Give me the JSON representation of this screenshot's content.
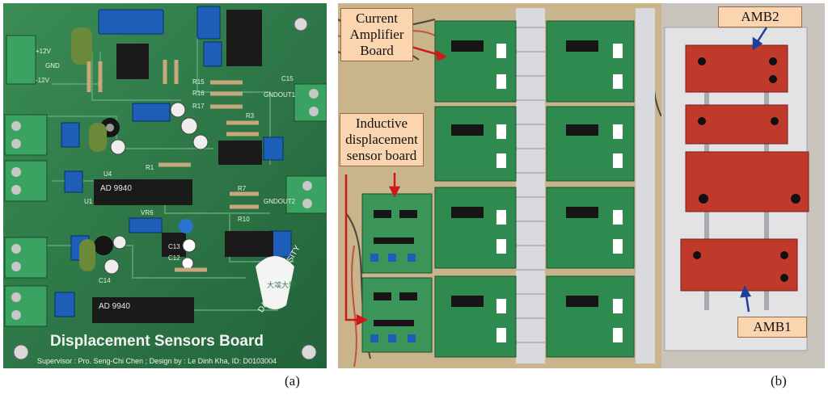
{
  "panel_a": {
    "caption": "(a)",
    "board_title": "Displacement Sensors Board",
    "credits": "Supervisor : Pro. Seng-Chi Chen ; Design by : Le Dinh Kha, ID: D0103004",
    "university": "DAYEHUNIVERSITY",
    "chip_labels": [
      "AD 9940",
      "AD 9940"
    ],
    "silk_labels": [
      "+12V",
      "GND",
      "-12V",
      "GNDOUT1",
      "GNDOUT2",
      "C15",
      "R15",
      "R16",
      "R17",
      "R1",
      "R7",
      "R10",
      "R3",
      "VR6",
      "U1",
      "U4",
      "C12",
      "C13",
      "C14"
    ]
  },
  "panel_b": {
    "caption": "(b)",
    "callouts": {
      "current_amp": "Current Amplifier Board",
      "inductive": "Inductive displacement sensor board",
      "amb2": "AMB2",
      "amb1": "AMB1"
    }
  },
  "colors": {
    "pcb_green": "#2f7a45",
    "pcb_dark": "#1f5a32",
    "heatsink": "#d8dadd",
    "amb_red": "#c0392b",
    "callout_fill": "#fbd5b0",
    "arrow_red": "#d01818"
  }
}
